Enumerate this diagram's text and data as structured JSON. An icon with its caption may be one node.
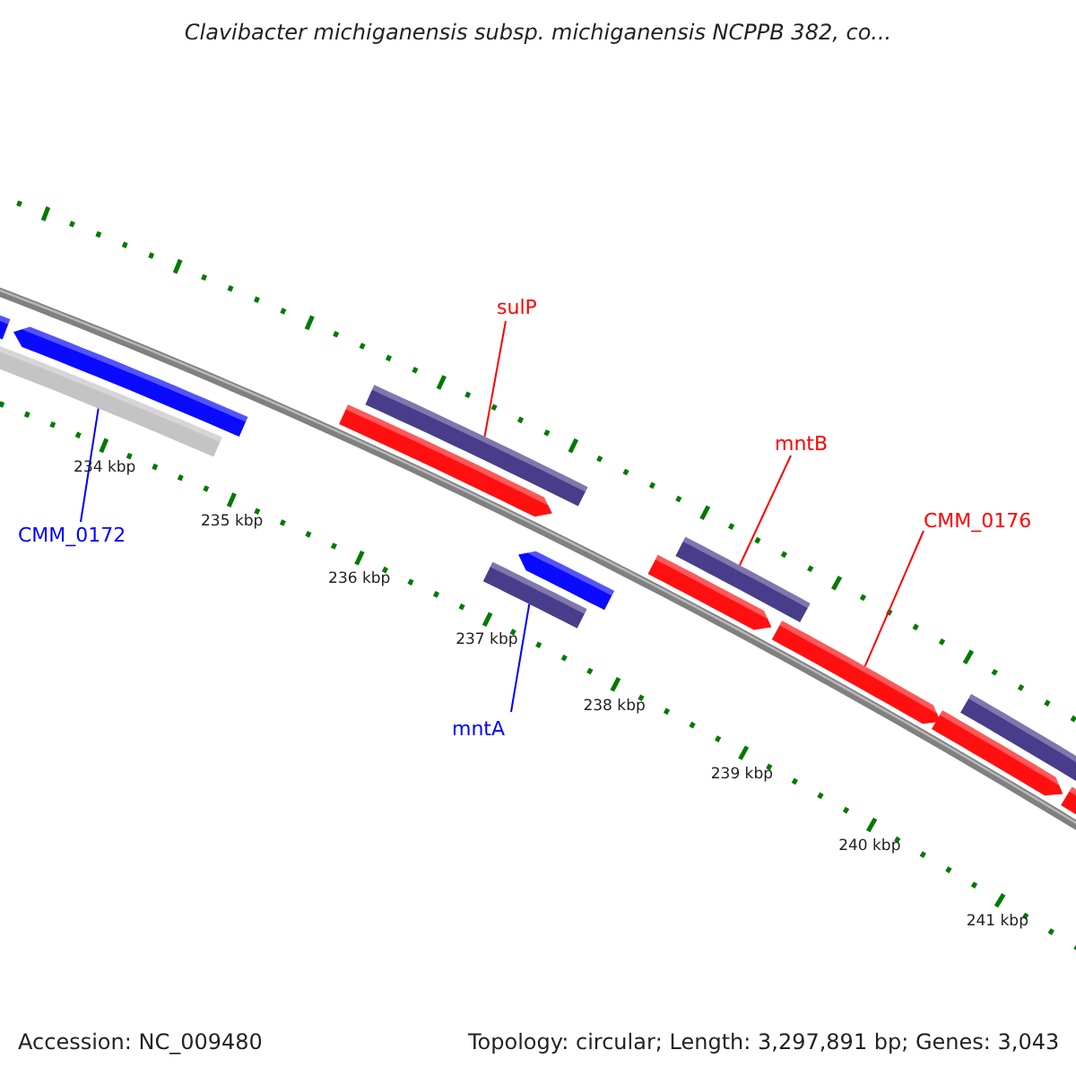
{
  "diagram": {
    "title": "Clavibacter michiganensis subsp. michiganensis NCPPB 382, co...",
    "nodes": [
      {
        "text": [
          "sulP"
        ]
      },
      {
        "text": [
          "mntB"
        ]
      },
      {
        "text": [
          "CMM_0176"
        ]
      },
      {
        "text": [
          "CMM_0172"
        ]
      },
      {
        "text": [
          "mntA"
        ]
      },
      {
        "text": [],
        "shape": "pentagon"
      },
      {
        "text": [],
        "shape": "bar"
      },
      {
        "text": [],
        "shape": "pentagon"
      },
      {
        "text": [],
        "shape": "pentagon"
      },
      {
        "text": [],
        "shape": "bar"
      },
      {
        "text": [],
        "shape": "bar"
      },
      {
        "text": [],
        "shape": "pentagon"
      },
      {
        "text": [],
        "shape": "pentagon"
      },
      {
        "text": [],
        "shape": "bar"
      },
      {
        "text": [],
        "shape": "pentagon"
      },
      {
        "text": [],
        "shape": "pentagon"
      },
      {
        "text": [],
        "shape": "bar"
      },
      {
        "text": [],
        "shape": "pentagon"
      }
    ],
    "edges": [
      {
        "from": 0,
        "to": 9,
        "arrow": "none"
      },
      {
        "from": 1,
        "to": 13,
        "arrow": "none"
      },
      {
        "from": 2,
        "to": 14,
        "arrow": "none"
      },
      {
        "from": 3,
        "to": 6,
        "arrow": "none",
        "color": "#0000ff"
      },
      {
        "from": 4,
        "to": 10,
        "arrow": "none",
        "color": "#0000ff"
      }
    ],
    "labels": [
      "234 kbp",
      "235 kbp",
      "236 kbp",
      "237 kbp",
      "238 kbp",
      "239 kbp",
      "240 kbp",
      "241 kbp",
      "Accession: NC_009480",
      "Topology: circular; Length: 3,297,891 bp; Genes: 3,043"
    ]
  }
}
